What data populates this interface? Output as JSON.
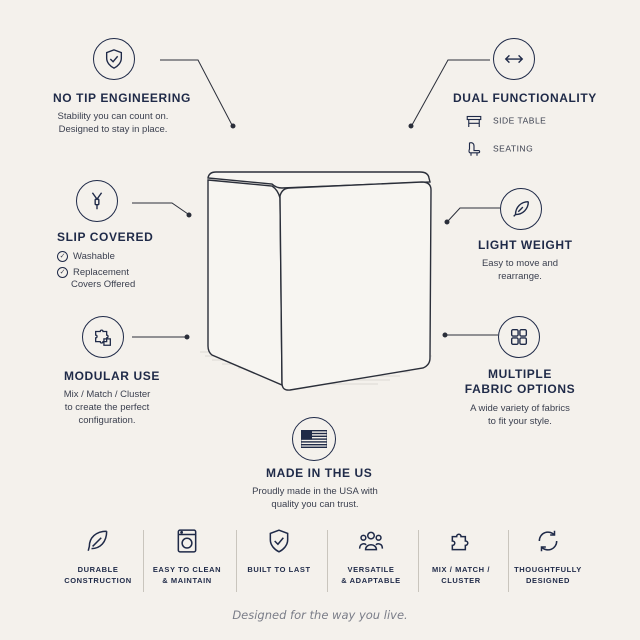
{
  "features": {
    "no_tip": {
      "icon": "shield-check-icon",
      "title": "NO TIP ENGINEERING",
      "desc1": "Stability you can count on.",
      "desc2": "Designed to stay in place."
    },
    "dual": {
      "icon": "arrows-left-right-icon",
      "title": "DUAL FUNCTIONALITY",
      "items": [
        {
          "icon": "side-table-icon",
          "label": "SIDE TABLE"
        },
        {
          "icon": "armchair-icon",
          "label": "SEATING"
        }
      ]
    },
    "slip": {
      "icon": "zipper-icon",
      "title": "SLIP COVERED",
      "items": [
        "Washable",
        "Replacement",
        "Covers Offered"
      ]
    },
    "light": {
      "icon": "feather-icon",
      "title": "LIGHT WEIGHT",
      "desc1": "Easy to move and",
      "desc2": "rearrange."
    },
    "modular": {
      "icon": "puzzle-icon",
      "title": "MODULAR USE",
      "desc1": "Mix / Match / Cluster",
      "desc2": "to create the perfect",
      "desc3": "configuration."
    },
    "fabric": {
      "icon": "grid-icon",
      "title1": "MULTIPLE",
      "title2": "FABRIC OPTIONS",
      "desc1": "A wide variety of fabrics",
      "desc2": "to fit your style."
    },
    "made": {
      "icon": "us-flag-icon",
      "title": "MADE IN THE US",
      "desc1": "Proudly made in the USA with",
      "desc2": "quality you can trust."
    }
  },
  "bottom": [
    {
      "icon": "leaf-icon",
      "line1": "DURABLE",
      "line2": "CONSTRUCTION"
    },
    {
      "icon": "washing-machine-icon",
      "line1": "EASY TO CLEAN",
      "line2": "& MAINTAIN"
    },
    {
      "icon": "shield-check-icon",
      "line1": "BUILT TO LAST",
      "line2": ""
    },
    {
      "icon": "people-icon",
      "line1": "VERSATILE",
      "line2": "& ADAPTABLE"
    },
    {
      "icon": "puzzle-icon",
      "line1": "MIX / MATCH /",
      "line2": "CLUSTER"
    },
    {
      "icon": "refresh-icon",
      "line1": "THOUGHTFULLY",
      "line2": "DESIGNED"
    }
  ],
  "tagline": "Designed for the way you live.",
  "colors": {
    "navy": "#1f2a48",
    "background": "#f4f1ec",
    "muted": "#7a7d88"
  }
}
